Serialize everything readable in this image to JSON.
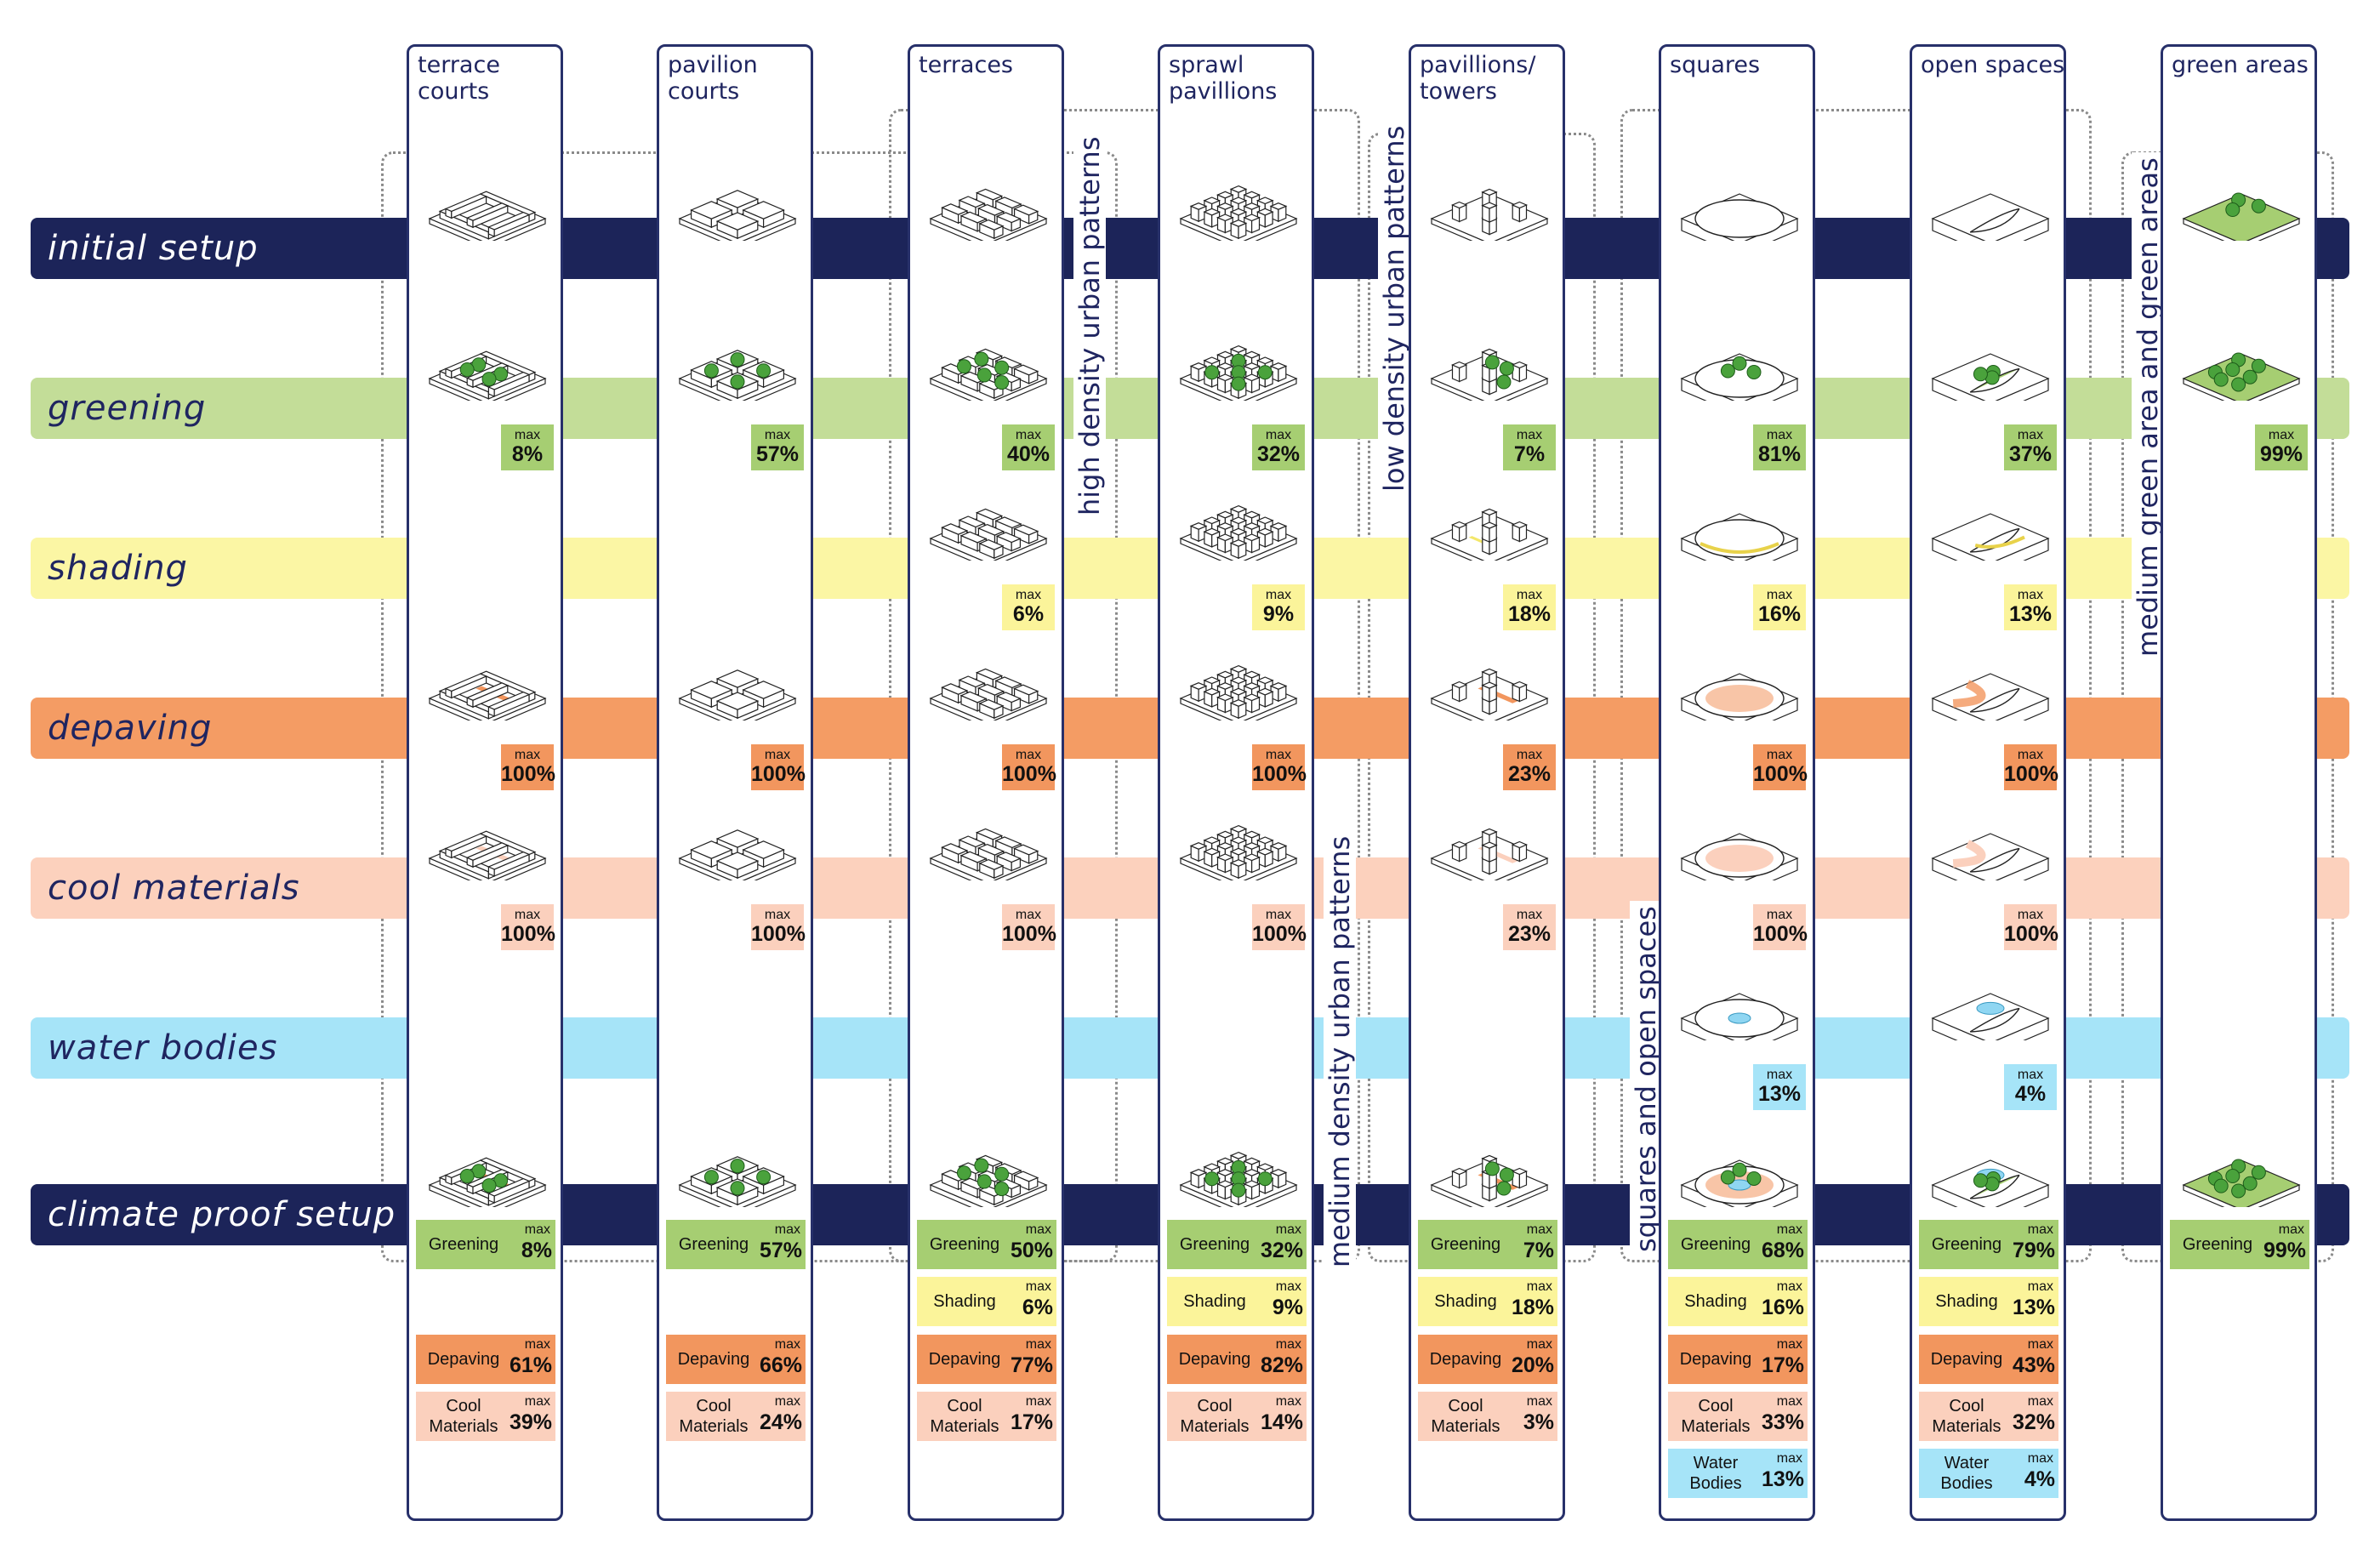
{
  "rows": [
    {
      "id": "initial",
      "label": "initial setup",
      "color": "#1c2459",
      "text_color": "#ffffff"
    },
    {
      "id": "greening",
      "label": "greening",
      "color": "#c3dd98",
      "text_color": "#1f2560"
    },
    {
      "id": "shading",
      "label": "shading",
      "color": "#fbf6a4",
      "text_color": "#1f2560"
    },
    {
      "id": "depaving",
      "label": "depaving",
      "color": "#f49c64",
      "text_color": "#1f2560"
    },
    {
      "id": "cool",
      "label": "cool materials",
      "color": "#fcd1bd",
      "text_color": "#1f2560"
    },
    {
      "id": "water",
      "label": "water bodies",
      "color": "#a6e4f8",
      "text_color": "#1f2560"
    },
    {
      "id": "climate",
      "label": "climate proof setup",
      "color": "#1c2459",
      "text_color": "#ffffff"
    }
  ],
  "badge_colors": {
    "greening": "#a6ce72",
    "shading": "#fbf49a",
    "depaving": "#f2965e",
    "cool": "#fbd0bd",
    "water": "#a6e4f8"
  },
  "max_label": "max",
  "summary_labels": {
    "greening": "Greening",
    "shading": "Shading",
    "depaving": "Depaving",
    "cool": "Cool\nMaterials",
    "water": "Water\nBodies"
  },
  "groups": [
    {
      "label": "high density urban patterns"
    },
    {
      "label": "low density urban patterns"
    },
    {
      "label": "medium density urban patterns"
    },
    {
      "label": "squares and open spaces"
    },
    {
      "label": "medium green area and green areas"
    }
  ],
  "columns": [
    {
      "title": "terrace\ncourts",
      "type": "terrace-courts",
      "icons": [
        "initial",
        "greening",
        "depaving",
        "cool",
        "climate"
      ],
      "max": {
        "greening": "8%",
        "depaving": "100%",
        "cool": "100%"
      },
      "summary": {
        "greening": "8%",
        "depaving": "61%",
        "cool": "39%"
      }
    },
    {
      "title": "pavilion\ncourts",
      "type": "pavilion-courts",
      "icons": [
        "initial",
        "greening",
        "depaving",
        "cool",
        "climate"
      ],
      "max": {
        "greening": "57%",
        "depaving": "100%",
        "cool": "100%"
      },
      "summary": {
        "greening": "57%",
        "depaving": "66%",
        "cool": "24%"
      }
    },
    {
      "title": "terraces",
      "type": "terraces",
      "icons": [
        "initial",
        "greening",
        "shading",
        "depaving",
        "cool",
        "climate"
      ],
      "max": {
        "greening": "40%",
        "shading": "6%",
        "depaving": "100%",
        "cool": "100%"
      },
      "summary": {
        "greening": "50%",
        "shading": "6%",
        "depaving": "77%",
        "cool": "17%"
      }
    },
    {
      "title": "sprawl\npavillions",
      "type": "sprawl",
      "icons": [
        "initial",
        "greening",
        "shading",
        "depaving",
        "cool",
        "climate"
      ],
      "max": {
        "greening": "32%",
        "shading": "9%",
        "depaving": "100%",
        "cool": "100%"
      },
      "summary": {
        "greening": "32%",
        "shading": "9%",
        "depaving": "82%",
        "cool": "14%"
      }
    },
    {
      "title": "pavillions/\ntowers",
      "type": "towers",
      "icons": [
        "initial",
        "greening",
        "shading",
        "depaving",
        "cool",
        "climate"
      ],
      "max": {
        "greening": "7%",
        "shading": "18%",
        "depaving": "23%",
        "cool": "23%"
      },
      "summary": {
        "greening": "7%",
        "shading": "18%",
        "depaving": "20%",
        "cool": "3%"
      }
    },
    {
      "title": "squares",
      "type": "squares",
      "icons": [
        "initial",
        "greening",
        "shading",
        "depaving",
        "cool",
        "water",
        "climate"
      ],
      "max": {
        "greening": "81%",
        "shading": "16%",
        "depaving": "100%",
        "cool": "100%",
        "water": "13%"
      },
      "summary": {
        "greening": "68%",
        "shading": "16%",
        "depaving": "17%",
        "cool": "33%",
        "water": "13%"
      }
    },
    {
      "title": "open spaces",
      "type": "open",
      "icons": [
        "initial",
        "greening",
        "shading",
        "depaving",
        "cool",
        "water",
        "climate"
      ],
      "max": {
        "greening": "37%",
        "shading": "13%",
        "depaving": "100%",
        "cool": "100%",
        "water": "4%"
      },
      "summary": {
        "greening": "79%",
        "shading": "13%",
        "depaving": "43%",
        "cool": "32%",
        "water": "4%"
      }
    },
    {
      "title": "green areas",
      "type": "green",
      "icons": [
        "initial",
        "greening",
        "climate"
      ],
      "max": {
        "greening": "99%"
      },
      "summary": {
        "greening": "99%"
      }
    }
  ]
}
